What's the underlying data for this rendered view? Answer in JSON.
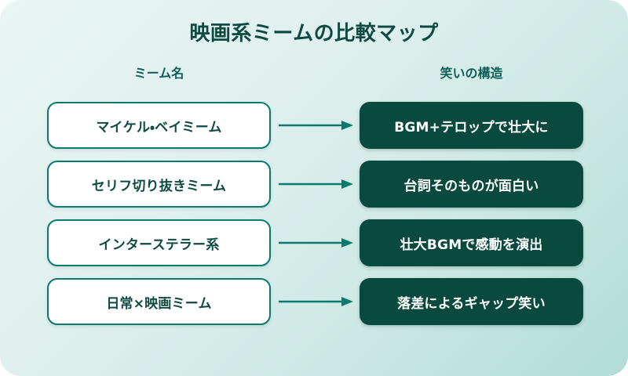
{
  "header": {
    "title": "映画系ミームの比較マップ"
  },
  "columns": {
    "left_header": "ミーム名",
    "right_header": "笑いの構造"
  },
  "rows": [
    {
      "meme": "マイケル・ベイミーム",
      "structure": "BGM+テロップで壮大に",
      "connector": "arrow-right-icon"
    },
    {
      "meme": "セリフ切り抜きミーム",
      "structure": "台詞そのものが面白い",
      "connector": "arrow-right-icon"
    },
    {
      "meme": "インターステラー系",
      "structure": "壮大BGMで感動を演出",
      "connector": "arrow-right-icon"
    },
    {
      "meme": "日常×映画ミーム",
      "structure": "落差によるギャップ笑い",
      "connector": "arrow-right-icon"
    }
  ],
  "colors": {
    "title_text": "#0d4a40",
    "header_text": "#0d6055",
    "left_box_border": "#0a7a6d",
    "left_box_fill": "#ffffff",
    "left_box_text": "#0f4a41",
    "right_box_fill": "#0a4a3e",
    "right_box_text": "#ffffff",
    "arrow": "#0a7a6d",
    "background_start": "#e9f5f3",
    "background_end": "#b2dcd7"
  }
}
